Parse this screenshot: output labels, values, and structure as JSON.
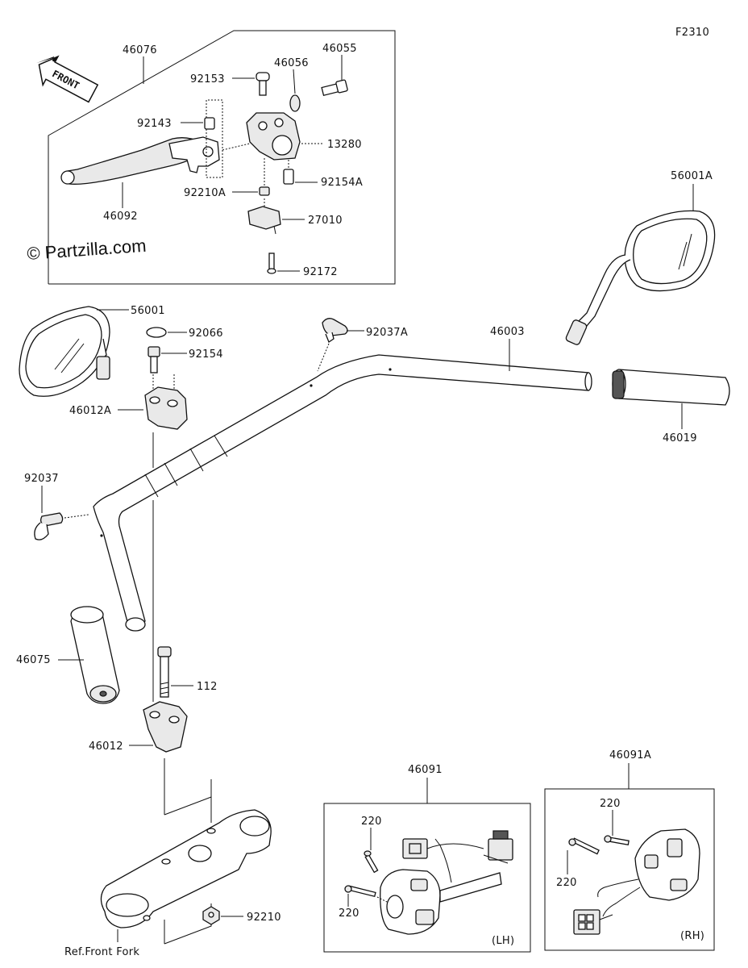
{
  "figure_id": "F2310",
  "watermark": "© Partzilla.com",
  "front_label": "FRONT",
  "group_labels": {
    "lh": "(LH)",
    "rh": "(RH)"
  },
  "ref_note": "Ref.Front Fork",
  "callouts": {
    "p46076": "46076",
    "p92153": "92153",
    "p46056": "46056",
    "p46055": "46055",
    "p92143": "92143",
    "p13280": "13280",
    "p92154A": "92154A",
    "p92210A": "92210A",
    "p46092": "46092",
    "p27010": "27010",
    "p92172": "92172",
    "p56001A": "56001A",
    "p56001": "56001",
    "p92066": "92066",
    "p92154": "92154",
    "p92037A": "92037A",
    "p46003": "46003",
    "p46012A": "46012A",
    "p46019": "46019",
    "p92037": "92037",
    "p46075": "46075",
    "p112": "112",
    "p46012": "46012",
    "p46091": "46091",
    "p46091A": "46091A",
    "p220_lh_top": "220",
    "p220_lh_bottom": "220",
    "p220_rh_top": "220",
    "p220_rh_bottom": "220",
    "p92210": "92210"
  }
}
